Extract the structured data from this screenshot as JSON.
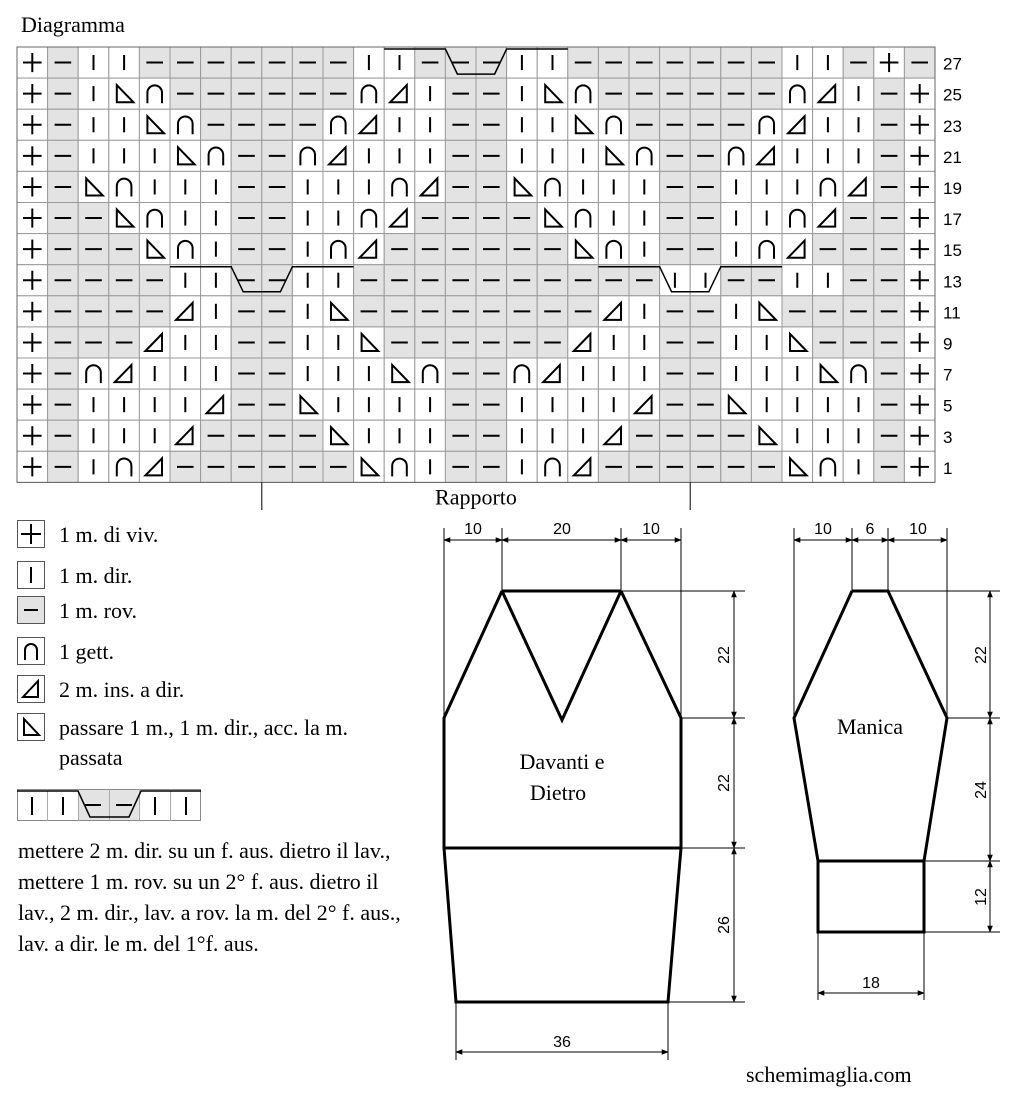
{
  "title": "Diagramma",
  "chart": {
    "cols": 30,
    "rows": [
      {
        "label": "27",
        "cells": "+-||-------||---||-------||-+"
      },
      {
        "label": "25",
        "cells": "+-|KO------OL|--|KO------OL|-+"
      },
      {
        "label": "23",
        "cells": "+-||KO----OL||--||KO----OL||-+"
      },
      {
        "label": "21",
        "cells": "+-|||KO--OL|||--|||KO--OL|||-+"
      },
      {
        "label": "19",
        "cells": "+-KO|||--|||OL--KO|||--|||OL-+"
      },
      {
        "label": "17",
        "cells": "+--KO||--||OL----KO||--||OL--+"
      },
      {
        "label": "15",
        "cells": "+---KO|--|OL------KO|--|OL---+"
      },
      {
        "label": "13",
        "cells": "+----||--||----------||--||--+"
      },
      {
        "label": "11",
        "cells": "+----L|--|K--------L|--|K----+"
      },
      {
        "label": "9",
        "cells": "+---L||--||K------L||--||K---+"
      },
      {
        "label": "7",
        "cells": "+-OL|||--|||KO--OL|||--|||KO-+"
      },
      {
        "label": "5",
        "cells": "+-||||L--K||||--||||L--K||||-+"
      },
      {
        "label": "3",
        "cells": "+-|||L----K|||--|||L----K|||-+"
      },
      {
        "label": "1",
        "cells": "+-|OL------KO|--|OL------KO|-+"
      }
    ],
    "repeat_label": "Rapporto"
  },
  "legend": [
    {
      "icon": "edge-stitch-icon",
      "text": "1 m. di viv."
    },
    {
      "icon": "knit-stitch-icon",
      "text": "1 m. dir."
    },
    {
      "icon": "purl-stitch-icon",
      "text": "1 m. rov."
    },
    {
      "icon": "yarn-over-icon",
      "text": "1 gett."
    },
    {
      "icon": "k2tog-icon",
      "text": "2 m. ins. a dir."
    },
    {
      "icon": "skp-icon",
      "text": "passare 1 m., 1 m. dir., acc. la m. passata"
    }
  ],
  "cable_instruction": "mettere 2 m. dir. su un f. aus. dietro il lav., mettere 1 m. rov. su un 2° f. aus. dietro il lav., 2 m. dir., lav. a rov. la m. del 2° f. aus., lav. a dir. le m. del 1°f. aus.",
  "front_back": {
    "label_line1": "Davanti e",
    "label_line2": "Dietro",
    "dims": {
      "top_left": "10",
      "top_mid": "20",
      "top_right": "10",
      "h_top": "22",
      "h_mid": "22",
      "h_bottom": "26",
      "bottom": "36"
    }
  },
  "sleeve": {
    "label": "Manica",
    "dims": {
      "top_left": "10",
      "top_mid": "6",
      "top_right": "10",
      "h_top": "22",
      "h_mid": "24",
      "h_bottom": "12",
      "bottom": "18"
    }
  },
  "site": "schemimaglia.com",
  "colors": {
    "purl_bg": "#e3e3e3",
    "grid": "#9a9a9a",
    "line": "#000000"
  }
}
